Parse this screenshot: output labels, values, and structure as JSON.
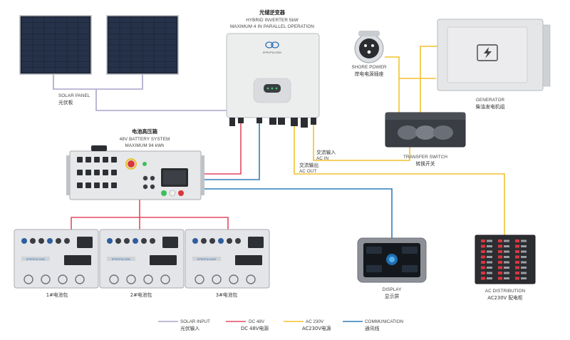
{
  "colors": {
    "solar": "#a9a3cc",
    "dc": "#e24a62",
    "ac": "#f2c12e",
    "comm": "#2e7fb8",
    "device_light": "#e9eaec",
    "device_dark": "#2d3036"
  },
  "labels": {
    "inverter_cn": "光储逆变器",
    "inverter_en1": "HYBRID INVERTER 5kW",
    "inverter_en2": "MAXIMUM 4 IN PARALLEL OPERATION",
    "inverter_brand": "EPROPULSION",
    "solar_en": "SOLAR PANEL",
    "solar_cn": "光伏板",
    "shore_en": "SHORE POWER",
    "shore_cn": "岸电电源插座",
    "generator_en": "GENERATOR",
    "generator_cn": "柴油发电机组",
    "transfer_en": "TRANSFER SWITCH",
    "transfer_cn": "转换开关",
    "battery_cn": "电池高压箱",
    "battery_en1": "48V BATTERY SYSTEM",
    "battery_en2": "MAXIMUM 94 kWh",
    "ac_in_cn": "交流输入",
    "ac_in_en": "AC IN",
    "ac_out_cn": "交流输出",
    "ac_out_en": "AC OUT",
    "pack1": "1#电池包",
    "pack2": "2#电池包",
    "pack3": "3#电池包",
    "pack_brand": "EPROPULSION",
    "display_en": "DISPLAY",
    "display_cn": "显示屏",
    "acdist_en": "AC DISTRIBUTION",
    "acdist_cn": "AC230V 配电柜"
  },
  "legend": [
    {
      "en": "SOLAR INPUT",
      "cn": "光伏输入",
      "color": "#a9a3cc"
    },
    {
      "en": "DC 48V",
      "cn": "DC 48V电源",
      "color": "#e24a62"
    },
    {
      "en": "AC 230V",
      "cn": "AC230V电源",
      "color": "#f2c12e"
    },
    {
      "en": "COMMUNICATION",
      "cn": "通讯线",
      "color": "#2e7fb8"
    }
  ]
}
